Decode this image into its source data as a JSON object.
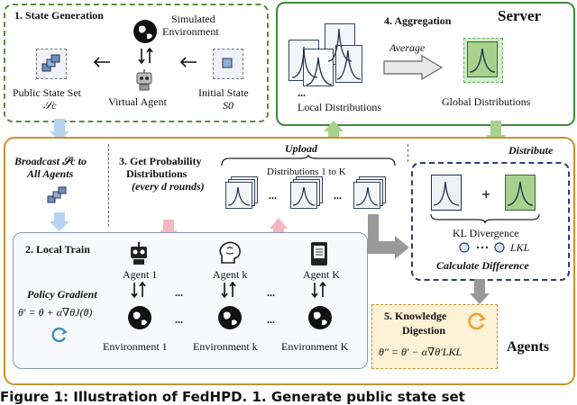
{
  "state_gen": {
    "title": "1. State Generation",
    "sim_env_line1": "Simulated",
    "sim_env_line2": "Environment",
    "public_state_label": "Public State Set",
    "public_state_symbol": "𝒮c",
    "virtual_agent_label": "Virtual Agent",
    "initial_state_label": "Initial State",
    "initial_state_symbol": "S0"
  },
  "server": {
    "title": "Server",
    "aggregation_title": "4. Aggregation",
    "average_label": "Average",
    "local_dist_label": "Local Distributions",
    "global_dist_label": "Global Distributions",
    "ellipsis": "..."
  },
  "agents": {
    "title": "Agents",
    "broadcast_line1": "Broadcast 𝒮c to",
    "broadcast_line2": "All Agents",
    "get_prob_line1": "3. Get Probability",
    "get_prob_line2": "Distributions",
    "get_prob_line3": "(every d rounds)",
    "upload_label": "Upload",
    "dist_1_to_k": "Distributions 1 to K",
    "distribute_label": "Distribute",
    "kl_divergence": "KL Divergence",
    "loss_symbol": "LKL",
    "calc_diff": "Calculate Difference",
    "local_train_title": "2. Local Train",
    "policy_gradient": "Policy Gradient",
    "pg_formula": "θ′ = θ + α∇θJ(θ)",
    "agent_1": "Agent 1",
    "agent_k": "Agent k",
    "agent_K": "Agent K",
    "env_1": "Environment 1",
    "env_k": "Environment k",
    "env_K": "Environment K",
    "dots": "...",
    "digest_line1": "5. Knowledge",
    "digest_line2": "Digestion",
    "digest_formula": "θ″ = θ′ − α∇θ′LKL",
    "plus": "+"
  },
  "caption": "Figure 1: Illustration of FedHPD. 1. Generate public state set"
}
